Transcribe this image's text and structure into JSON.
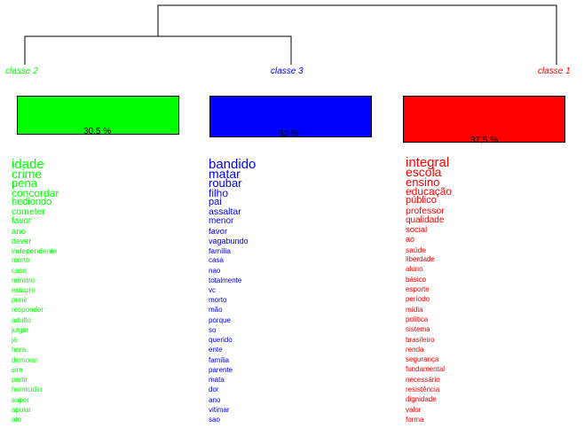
{
  "chart_data": {
    "type": "dendrogram",
    "classes": [
      {
        "label": "classe 2",
        "percent": "30,5 %",
        "color": "#00ff00",
        "words": [
          "idade",
          "crime",
          "pena",
          "concordar",
          "hediondo",
          "cometer",
          "favor",
          "ano",
          "dever",
          "independente",
          "morte",
          "caso",
          "mínimo",
          "estupro",
          "punir",
          "responder",
          "adulto",
          "julgar",
          "já",
          "hora",
          "demorar",
          "sim",
          "partir",
          "homicídio",
          "super",
          "apoiar",
          "ato"
        ]
      },
      {
        "label": "classe 3",
        "percent": "32 %",
        "color": "#0000ff",
        "words": [
          "bandido",
          "matar",
          "roubar",
          "filho",
          "pai",
          "assaltar",
          "menor",
          "favor",
          "vagabundo",
          "família",
          "casa",
          "nao",
          "totalmente",
          "vc",
          "morto",
          "mão",
          "porque",
          "so",
          "querido",
          "ente",
          "familia",
          "parente",
          "mata",
          "dor",
          "ano",
          "vitimar",
          "sao"
        ]
      },
      {
        "label": "classe 1",
        "percent": "37,5 %",
        "color": "#ff0000",
        "words": [
          "integral",
          "escola",
          "ensino",
          "educação",
          "público",
          "professor",
          "qualidade",
          "social",
          "ao",
          "saúde",
          "liberdade",
          "aluno",
          "básico",
          "esporte",
          "período",
          "mídia",
          "política",
          "sistema",
          "brasileiro",
          "renda",
          "segurança",
          "fundamental",
          "necessário",
          "resistência",
          "dignidade",
          "valor",
          "forma"
        ]
      }
    ]
  }
}
